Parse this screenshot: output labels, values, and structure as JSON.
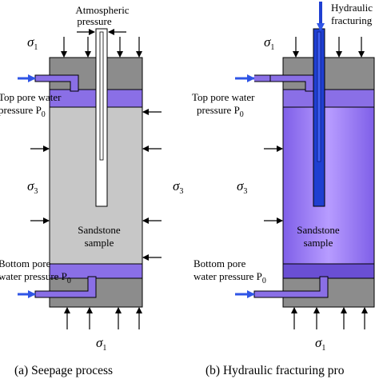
{
  "colors": {
    "end_cap_gray": "#8c8c8c",
    "sample_gray": "#c7c7c7",
    "water_purple": "#8a6fe6",
    "water_purple_dark": "#6a4fd3",
    "fractured_purple": "#9d7cf2",
    "injection_blue": "#1f3fd1",
    "arrow_blue": "#2f55e6"
  },
  "panel_a": {
    "atmospheric_label_1": "Atmospheric",
    "atmospheric_label_2": "pressure",
    "sigma1_top": "σ",
    "sigma1_top_sub": "1",
    "top_pore_label_1": "Top pore water",
    "top_pore_label_2": "pressure P",
    "top_pore_sub": "0",
    "sigma3_left": "σ",
    "sigma3_left_sub": "3",
    "sigma3_right": "σ",
    "sigma3_right_sub": "3",
    "sample_label_1": "Sandstone",
    "sample_label_2": "sample",
    "bottom_pore_label_1": "Bottom pore",
    "bottom_pore_label_2": "water pressure P",
    "bottom_pore_sub": "0",
    "sigma1_bottom": "σ",
    "sigma1_bottom_sub": "1",
    "caption": "(a) Seepage process"
  },
  "panel_b": {
    "fracturing_label_1": "Hydraulic",
    "fracturing_label_2": "fracturing",
    "sigma1_top": "σ",
    "sigma1_top_sub": "1",
    "top_pore_label_1": "Top pore water",
    "top_pore_label_2": "pressure P",
    "top_pore_sub": "0",
    "sigma3_left": "σ",
    "sigma3_left_sub": "3",
    "sample_label_1": "Sandstone",
    "sample_label_2": "sample",
    "bottom_pore_label_1": "Bottom pore",
    "bottom_pore_label_2": "water pressure P",
    "bottom_pore_sub": "0",
    "sigma1_bottom": "σ",
    "sigma1_bottom_sub": "1",
    "caption": "(b) Hydraulic fracturing pro"
  }
}
